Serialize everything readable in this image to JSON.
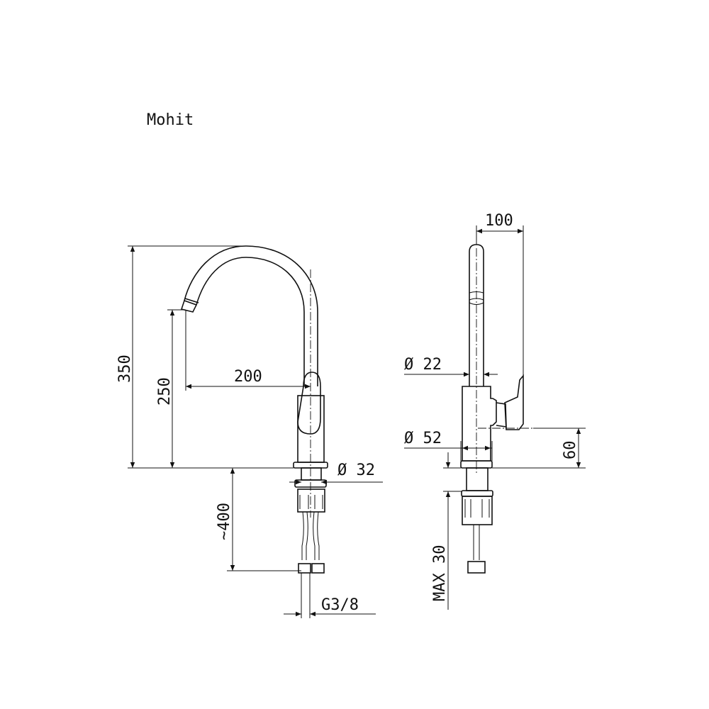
{
  "title": "Mohit",
  "front_view": {
    "height_total": "350",
    "spout_height": "250",
    "spout_reach": "200",
    "base_diameter": "Ø 32",
    "hose_length": "~400",
    "connection": "G3/8"
  },
  "side_view": {
    "handle_offset": "100",
    "tube_diameter": "Ø 22",
    "body_diameter": "Ø 52",
    "handle_height": "60",
    "max_thickness": "MAX 30"
  }
}
